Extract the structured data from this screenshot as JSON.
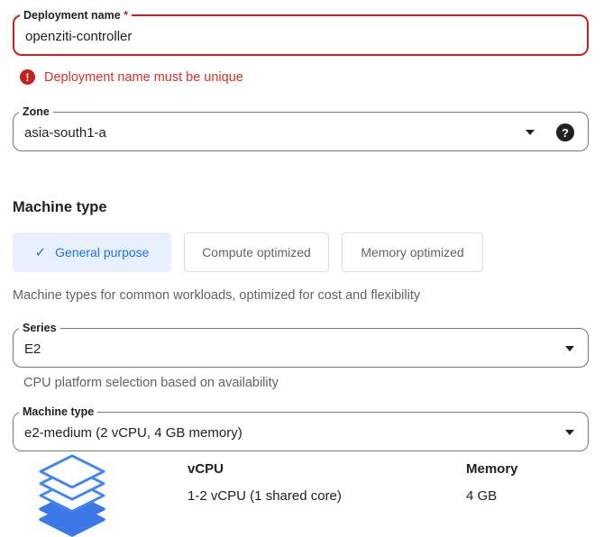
{
  "colors": {
    "error_red": "#c5221f",
    "error_text_red": "#d93025",
    "primary_blue": "#1a73e8",
    "selected_tab_bg": "#e8f0fe",
    "icon_blue_outline": "#4285f4",
    "icon_blue_solid": "#3b78e7",
    "muted_gray": "#5f6368"
  },
  "deployment": {
    "label": "Deployment name",
    "required_marker": "*",
    "value": "openziti-controller",
    "error_message": "Deployment name must be unique",
    "error_icon_glyph": "!"
  },
  "zone": {
    "label": "Zone",
    "value": "asia-south1-a",
    "help_icon_glyph": "?"
  },
  "machine_section": {
    "heading": "Machine type",
    "tabs": [
      {
        "label": "General purpose",
        "selected": true,
        "check_glyph": "✓"
      },
      {
        "label": "Compute optimized",
        "selected": false
      },
      {
        "label": "Memory optimized",
        "selected": false
      }
    ],
    "description": "Machine types for common workloads, optimized for cost and flexibility"
  },
  "series": {
    "label": "Series",
    "value": "E2",
    "helper": "CPU platform selection based on availability"
  },
  "machine_type": {
    "label": "Machine type",
    "value": "e2-medium (2 vCPU, 4 GB memory)"
  },
  "specs": {
    "columns": [
      {
        "header": "vCPU",
        "value": "1-2 vCPU (1 shared core)"
      },
      {
        "header": "Memory",
        "value": "4 GB"
      }
    ]
  }
}
